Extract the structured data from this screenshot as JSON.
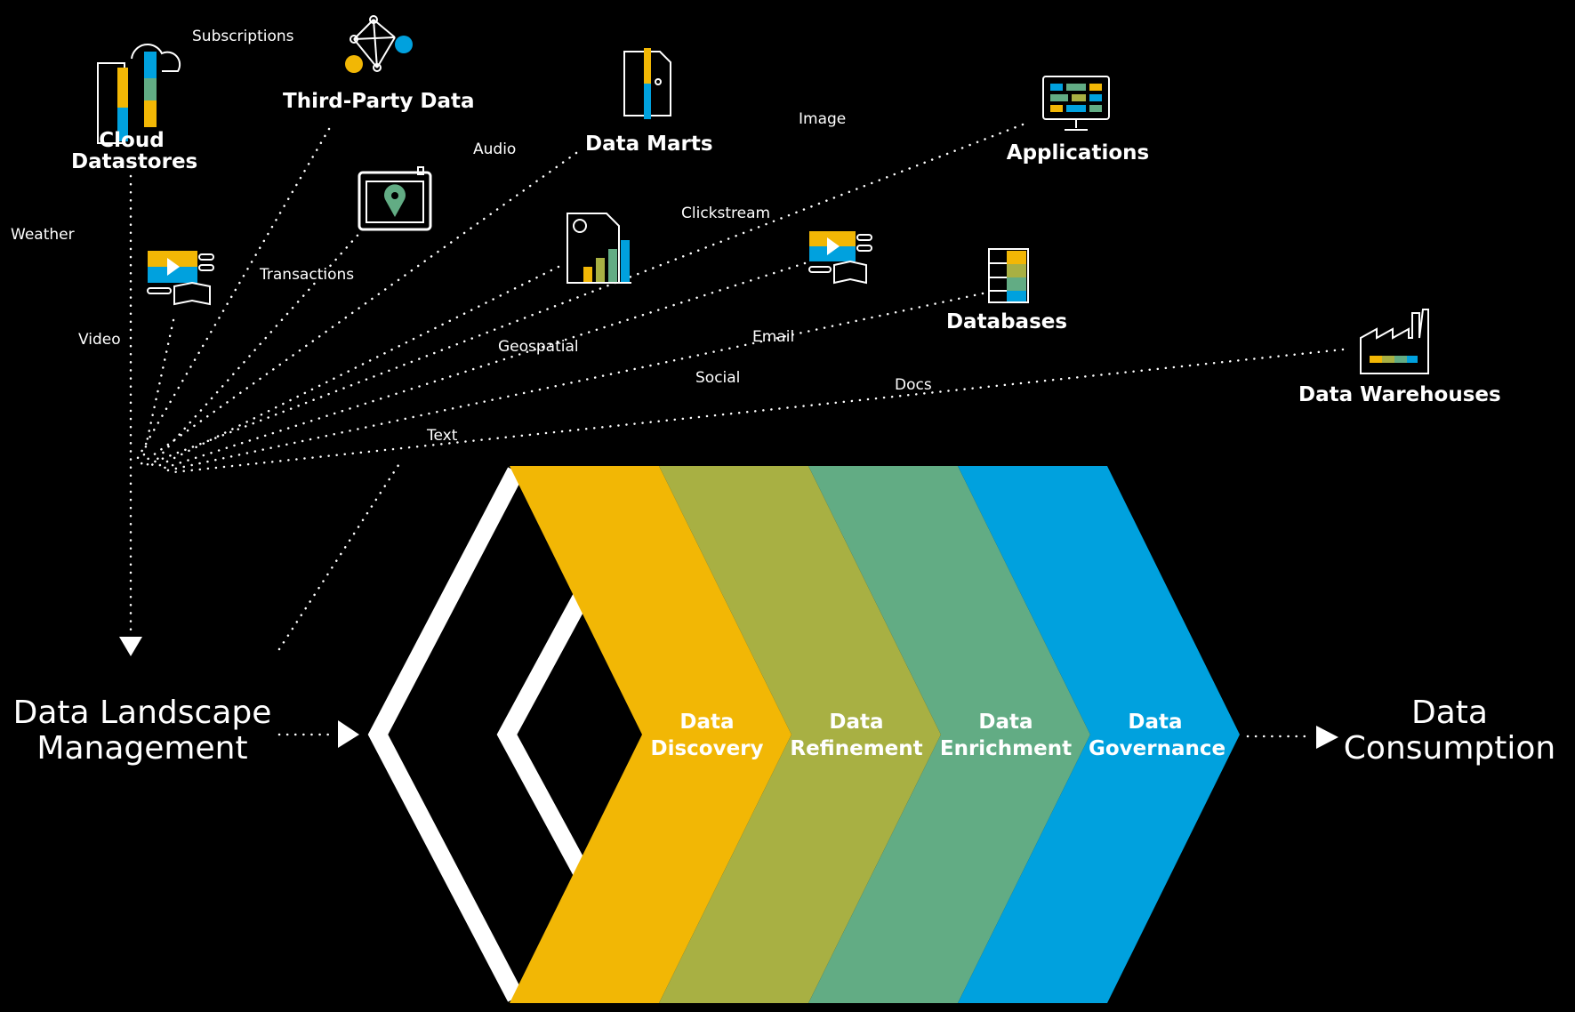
{
  "sources": {
    "cloud_datastores": "Cloud\nDatastores",
    "third_party_data": "Third-Party Data",
    "data_marts": "Data Marts",
    "applications": "Applications",
    "databases": "Databases",
    "data_warehouses": "Data Warehouses"
  },
  "data_types": {
    "subscriptions": "Subscriptions",
    "audio": "Audio",
    "image": "Image",
    "weather": "Weather",
    "clickstream": "Clickstream",
    "transactions": "Transactions",
    "video": "Video",
    "geospatial": "Geospatial",
    "email": "Email",
    "social": "Social",
    "docs": "Docs",
    "text": "Text"
  },
  "flow": {
    "start": "Data Landscape\nManagement",
    "end": "Data\nConsumption",
    "stages": [
      {
        "label": "Data\nDiscovery",
        "color": "#F2B705"
      },
      {
        "label": "Data\nRefinement",
        "color": "#A8B043"
      },
      {
        "label": "Data\nEnrichment",
        "color": "#62AC84"
      },
      {
        "label": "Data\nGovernance",
        "color": "#00A1DE"
      }
    ]
  },
  "icons": [
    "cloud-building-icon",
    "network-globe-icon",
    "document-ruler-icon",
    "monitor-dashboard-icon",
    "tablet-map-pin-icon",
    "report-chart-icon",
    "video-book-icon",
    "database-stack-icon",
    "factory-icon"
  ],
  "colors": {
    "yellow": "#F2B705",
    "olive": "#A8B043",
    "green": "#62AC84",
    "blue": "#00A1DE",
    "background": "#000000"
  }
}
